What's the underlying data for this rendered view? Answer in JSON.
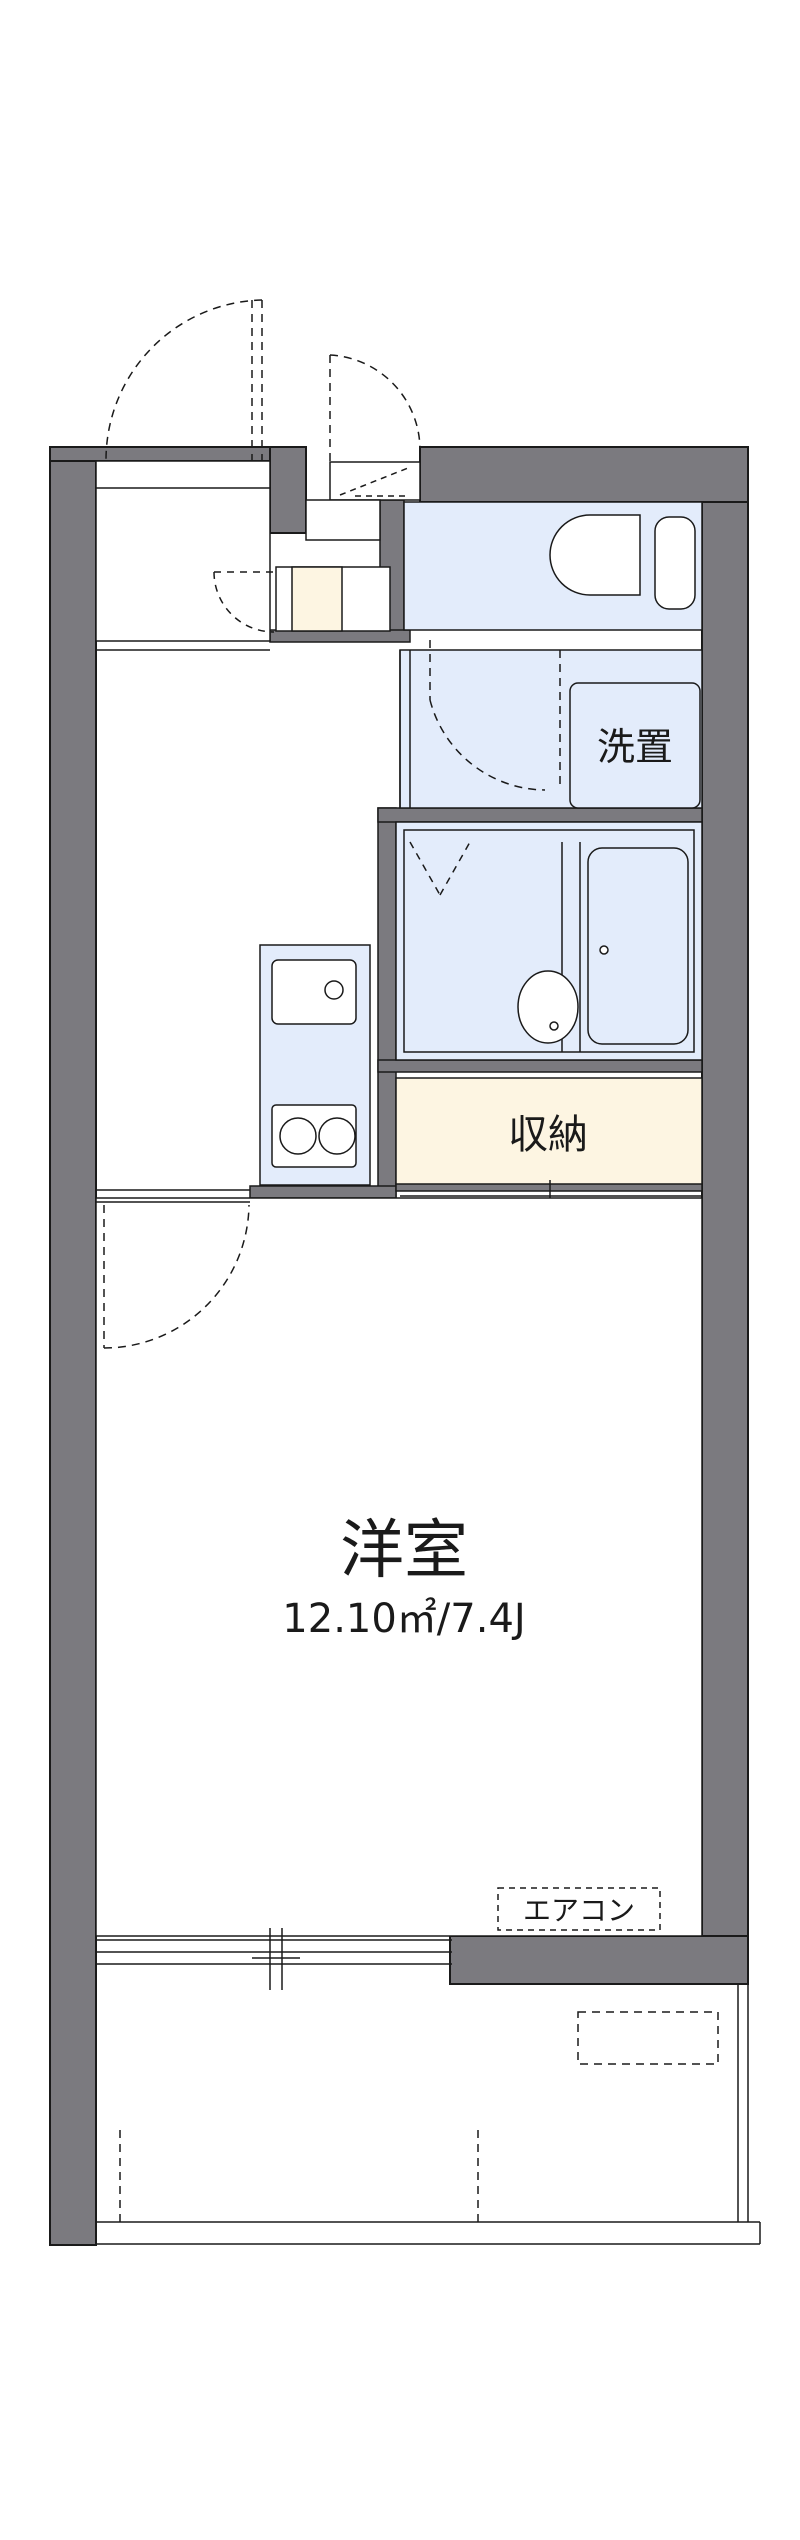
{
  "rooms": {
    "western_room": {
      "label": "洋室",
      "area": "12.10㎡/7.4J"
    },
    "storage": {
      "label": "収納"
    },
    "washer": {
      "label": "洗置"
    },
    "air_conditioner": {
      "label": "エアコン"
    }
  },
  "colors": {
    "wall": "#7b7a7f",
    "wet_area": "#e3ecfb",
    "storage": "#fdf5e2",
    "line": "#1a1a1a"
  }
}
